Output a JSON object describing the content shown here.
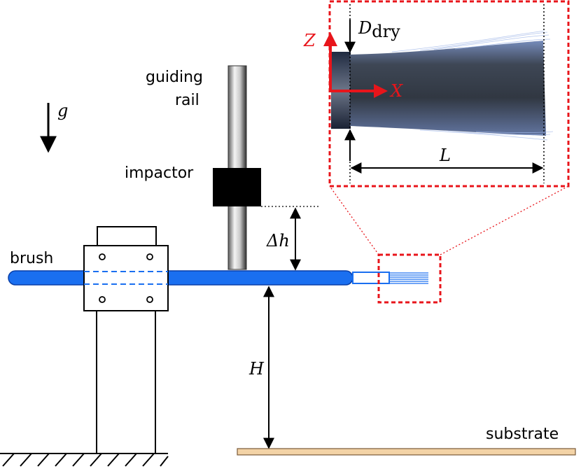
{
  "labels": {
    "guiding_rail_line1": "guiding",
    "guiding_rail_line2": "rail",
    "impactor": "impactor",
    "brush": "brush",
    "substrate": "substrate",
    "gravity": "g",
    "delta_h": "Δh",
    "height": "H",
    "length": "L",
    "diameter_main": "D",
    "diameter_sub": "dry",
    "axis_z": "Z",
    "axis_x": "X"
  },
  "colors": {
    "brush_blue": "#1a6ff0",
    "highlight_red": "#e8151b",
    "substrate": "#f3d3a6",
    "rail_dark": "#3a3a3a",
    "rail_light": "#d8d8d8",
    "impactor": "#000000",
    "bristles_dark": "#2a3340",
    "bristles_light": "#9fb6e8"
  }
}
